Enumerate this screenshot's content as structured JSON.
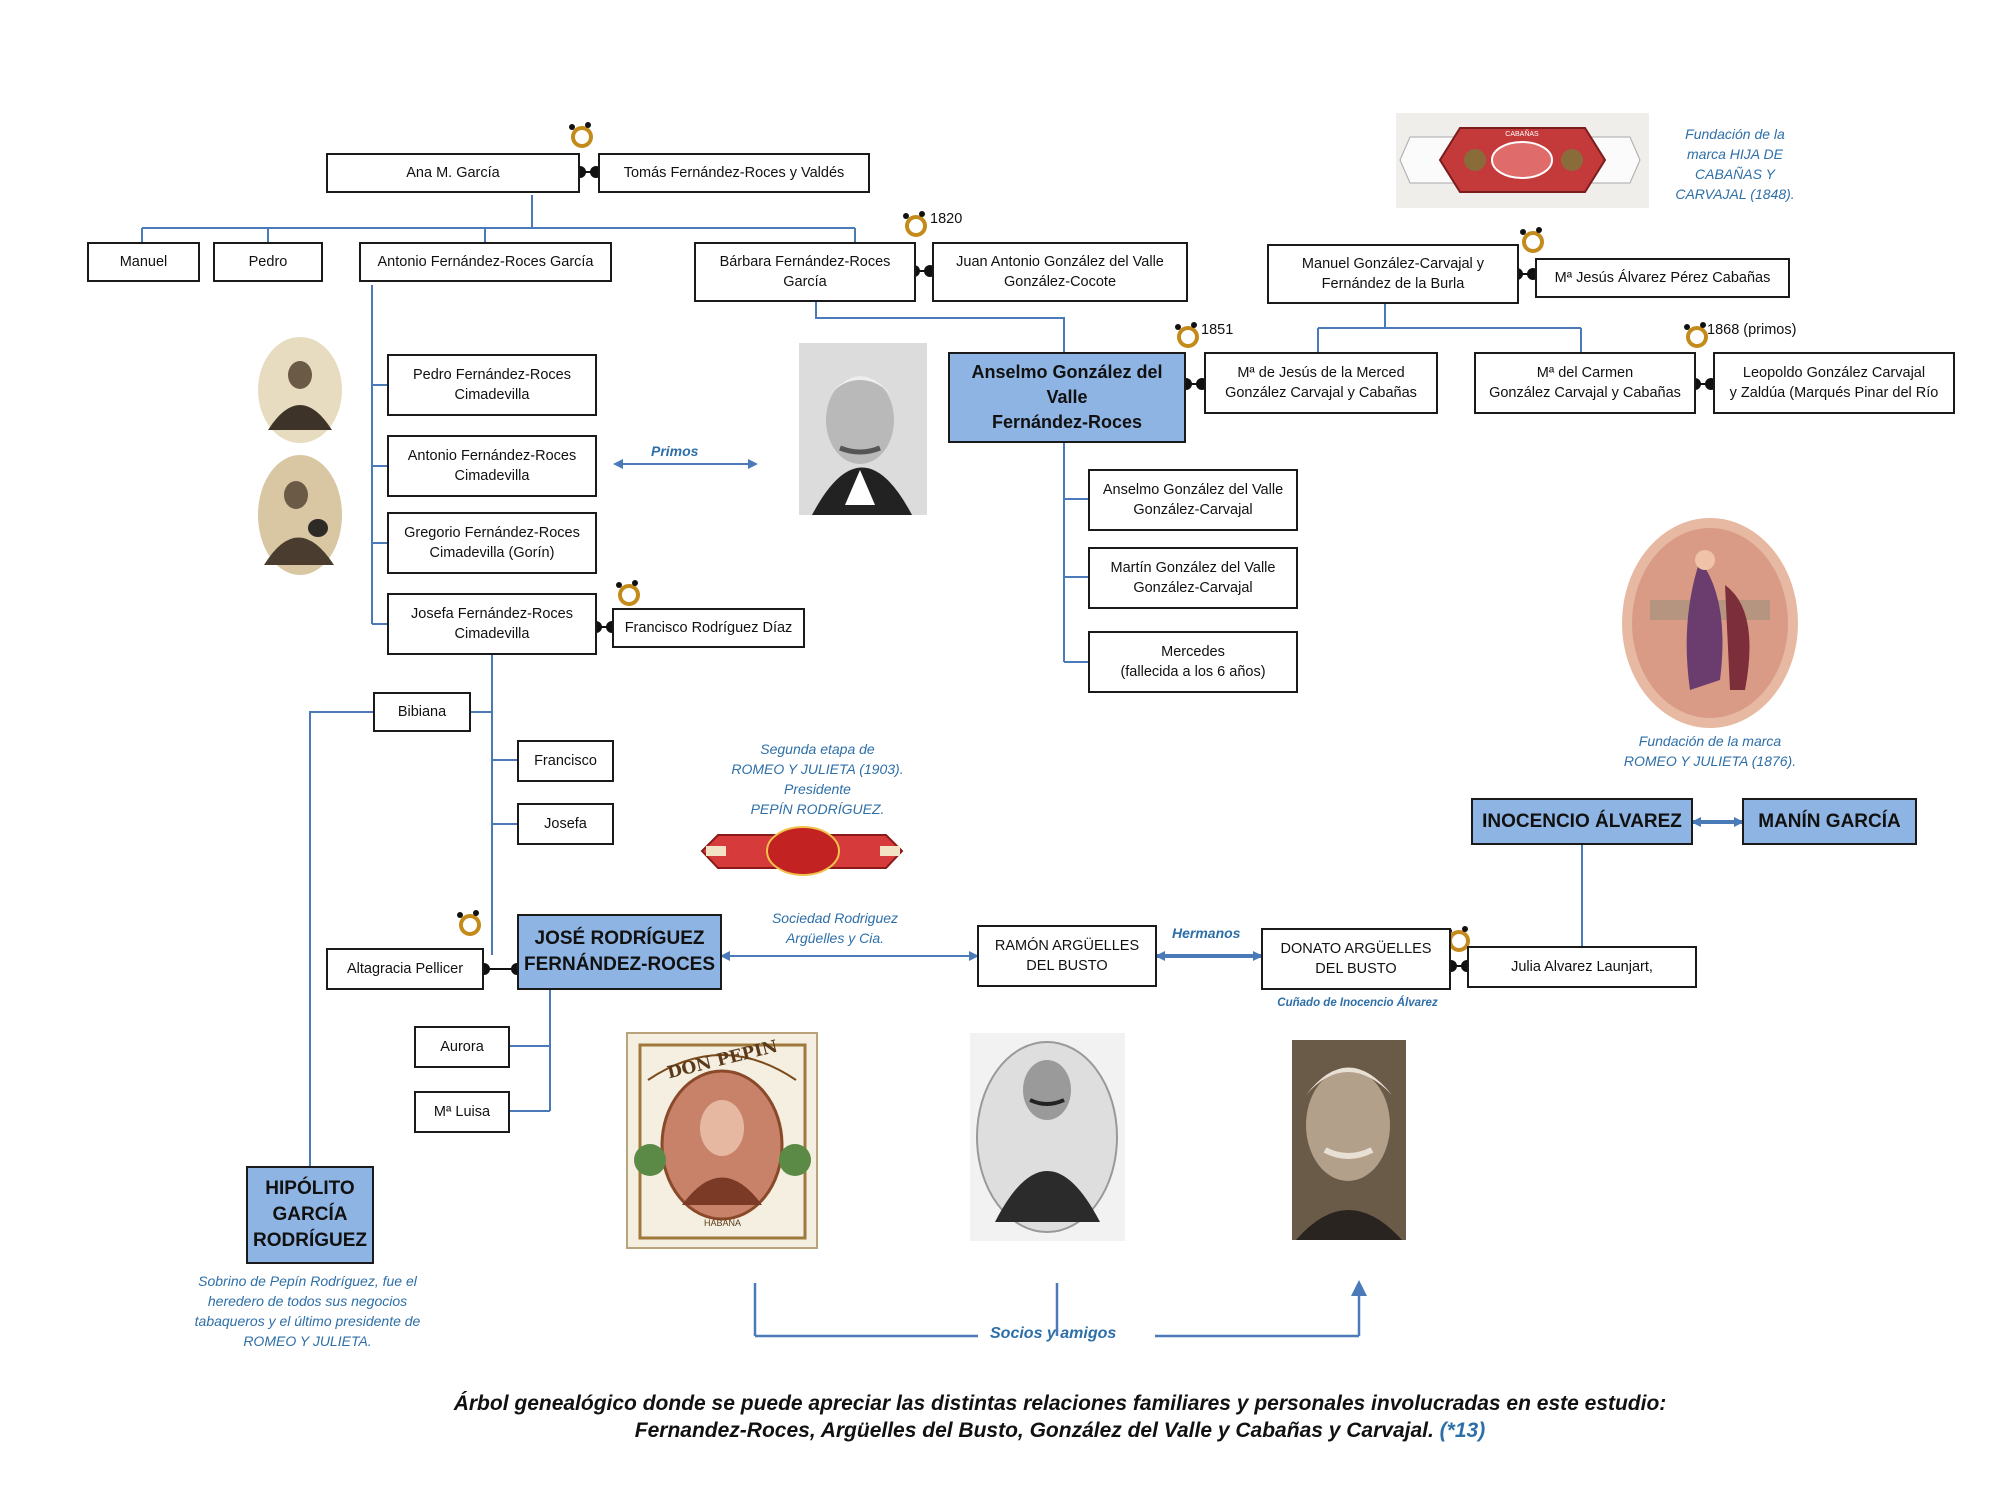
{
  "family": {
    "ana": "Ana M. García",
    "tomas": "Tomás Fernández-Roces y Valdés",
    "manuel": "Manuel",
    "pedro": "Pedro",
    "antonio_fr_garcia": "Antonio Fernández-Roces García",
    "barbara": "Bárbara Fernández-Roces\nGarcía",
    "juan_antonio": "Juan Antonio González del Valle\nGonzález-Cocote",
    "manuel_gc": "Manuel González-Carvajal y\nFernández de la Burla",
    "ma_jesus_alvarez": "Mª Jesús Álvarez Pérez Cabañas",
    "anselmo": "Anselmo González del\nValle\nFernández-Roces",
    "ma_jesus_merced": "Mª de Jesús de la Merced\nGonzález Carvajal y Cabañas",
    "ma_carmen": "Mª del Carmen\nGonzález Carvajal y Cabañas",
    "leopoldo": "Leopoldo González Carvajal\ny Zaldúa  (Marqués Pinar del Río",
    "pedro_fr": "Pedro Fernández-Roces\nCimadevilla",
    "antonio_fr": "Antonio Fernández-Roces\nCimadevilla",
    "gregorio_fr": "Gregorio Fernández-Roces\nCimadevilla (Gorín)",
    "josefa_fr": "Josefa Fernández-Roces\nCimadevilla",
    "francisco_rd": "Francisco Rodríguez Díaz",
    "anselmo_gc": "Anselmo González del Valle\nGonzález-Carvajal",
    "martin_gc": "Martín González del Valle\nGonzález-Carvajal",
    "mercedes": "Mercedes\n(fallecida a los 6 años)",
    "bibiana": "Bibiana",
    "francisco": "Francisco",
    "josefa": "Josefa",
    "altagracia": "Altagracia Pellicer",
    "jose_rodriguez": "JOSÉ RODRÍGUEZ\nFERNÁNDEZ-ROCES",
    "aurora": "Aurora",
    "ma_luisa": "Mª Luisa",
    "ramon": "RAMÓN ARGÜELLES\nDEL BUSTO",
    "donato": "DONATO ARGÜELLES\nDEL BUSTO",
    "julia": "Julia Alvarez Launjart,",
    "inocencio": "INOCENCIO ÁLVAREZ",
    "manin": "MANÍN GARCÍA",
    "hipolito": "HIPÓLITO\nGARCÍA\nRODRÍGUEZ"
  },
  "years": {
    "y1820": "1820",
    "y1851": "1851",
    "y1868": "1868 (primos)"
  },
  "notes": {
    "hija_cabanas": "Fundación de la\nmarca HIJA DE\nCABAÑAS Y\nCARVAJAL  (1848).",
    "romeo_1876": "Fundación de la marca\nROMEO Y JULIETA (1876).",
    "segunda_etapa": "Segunda etapa de\nROMEO Y JULIETA (1903).\nPresidente\nPEPÍN RODRÍGUEZ.",
    "sociedad": "Sociedad Rodriguez\nArgüelles y Cia.",
    "cunado": "Cuñado de Inocencio Álvarez",
    "sobrino": "Sobrino de Pepín Rodríguez, fue el\nheredero de todos sus negocios\ntabaqueros y el último presidente de\nROMEO Y JULIETA."
  },
  "labels": {
    "primos": "Primos",
    "hermanos": "Hermanos",
    "socios": "Socios y amigos"
  },
  "images": {
    "don_pepin_label": "DON PEPIN",
    "don_pepin_sub": "HABANA",
    "band_top": "CABAÑAS"
  },
  "caption": {
    "line1": "Árbol genealógico donde se puede apreciar las distintas relaciones familiares y personales involucradas en este estudio:",
    "line2": "Fernandez-Roces,  Argüelles del Busto, González del Valle y Cabañas y Carvajal. ",
    "ref": "(*13)"
  },
  "colors": {
    "connector": "#4a7ab8",
    "highlight": "#8eb4e3",
    "note": "#2e6fa8"
  }
}
